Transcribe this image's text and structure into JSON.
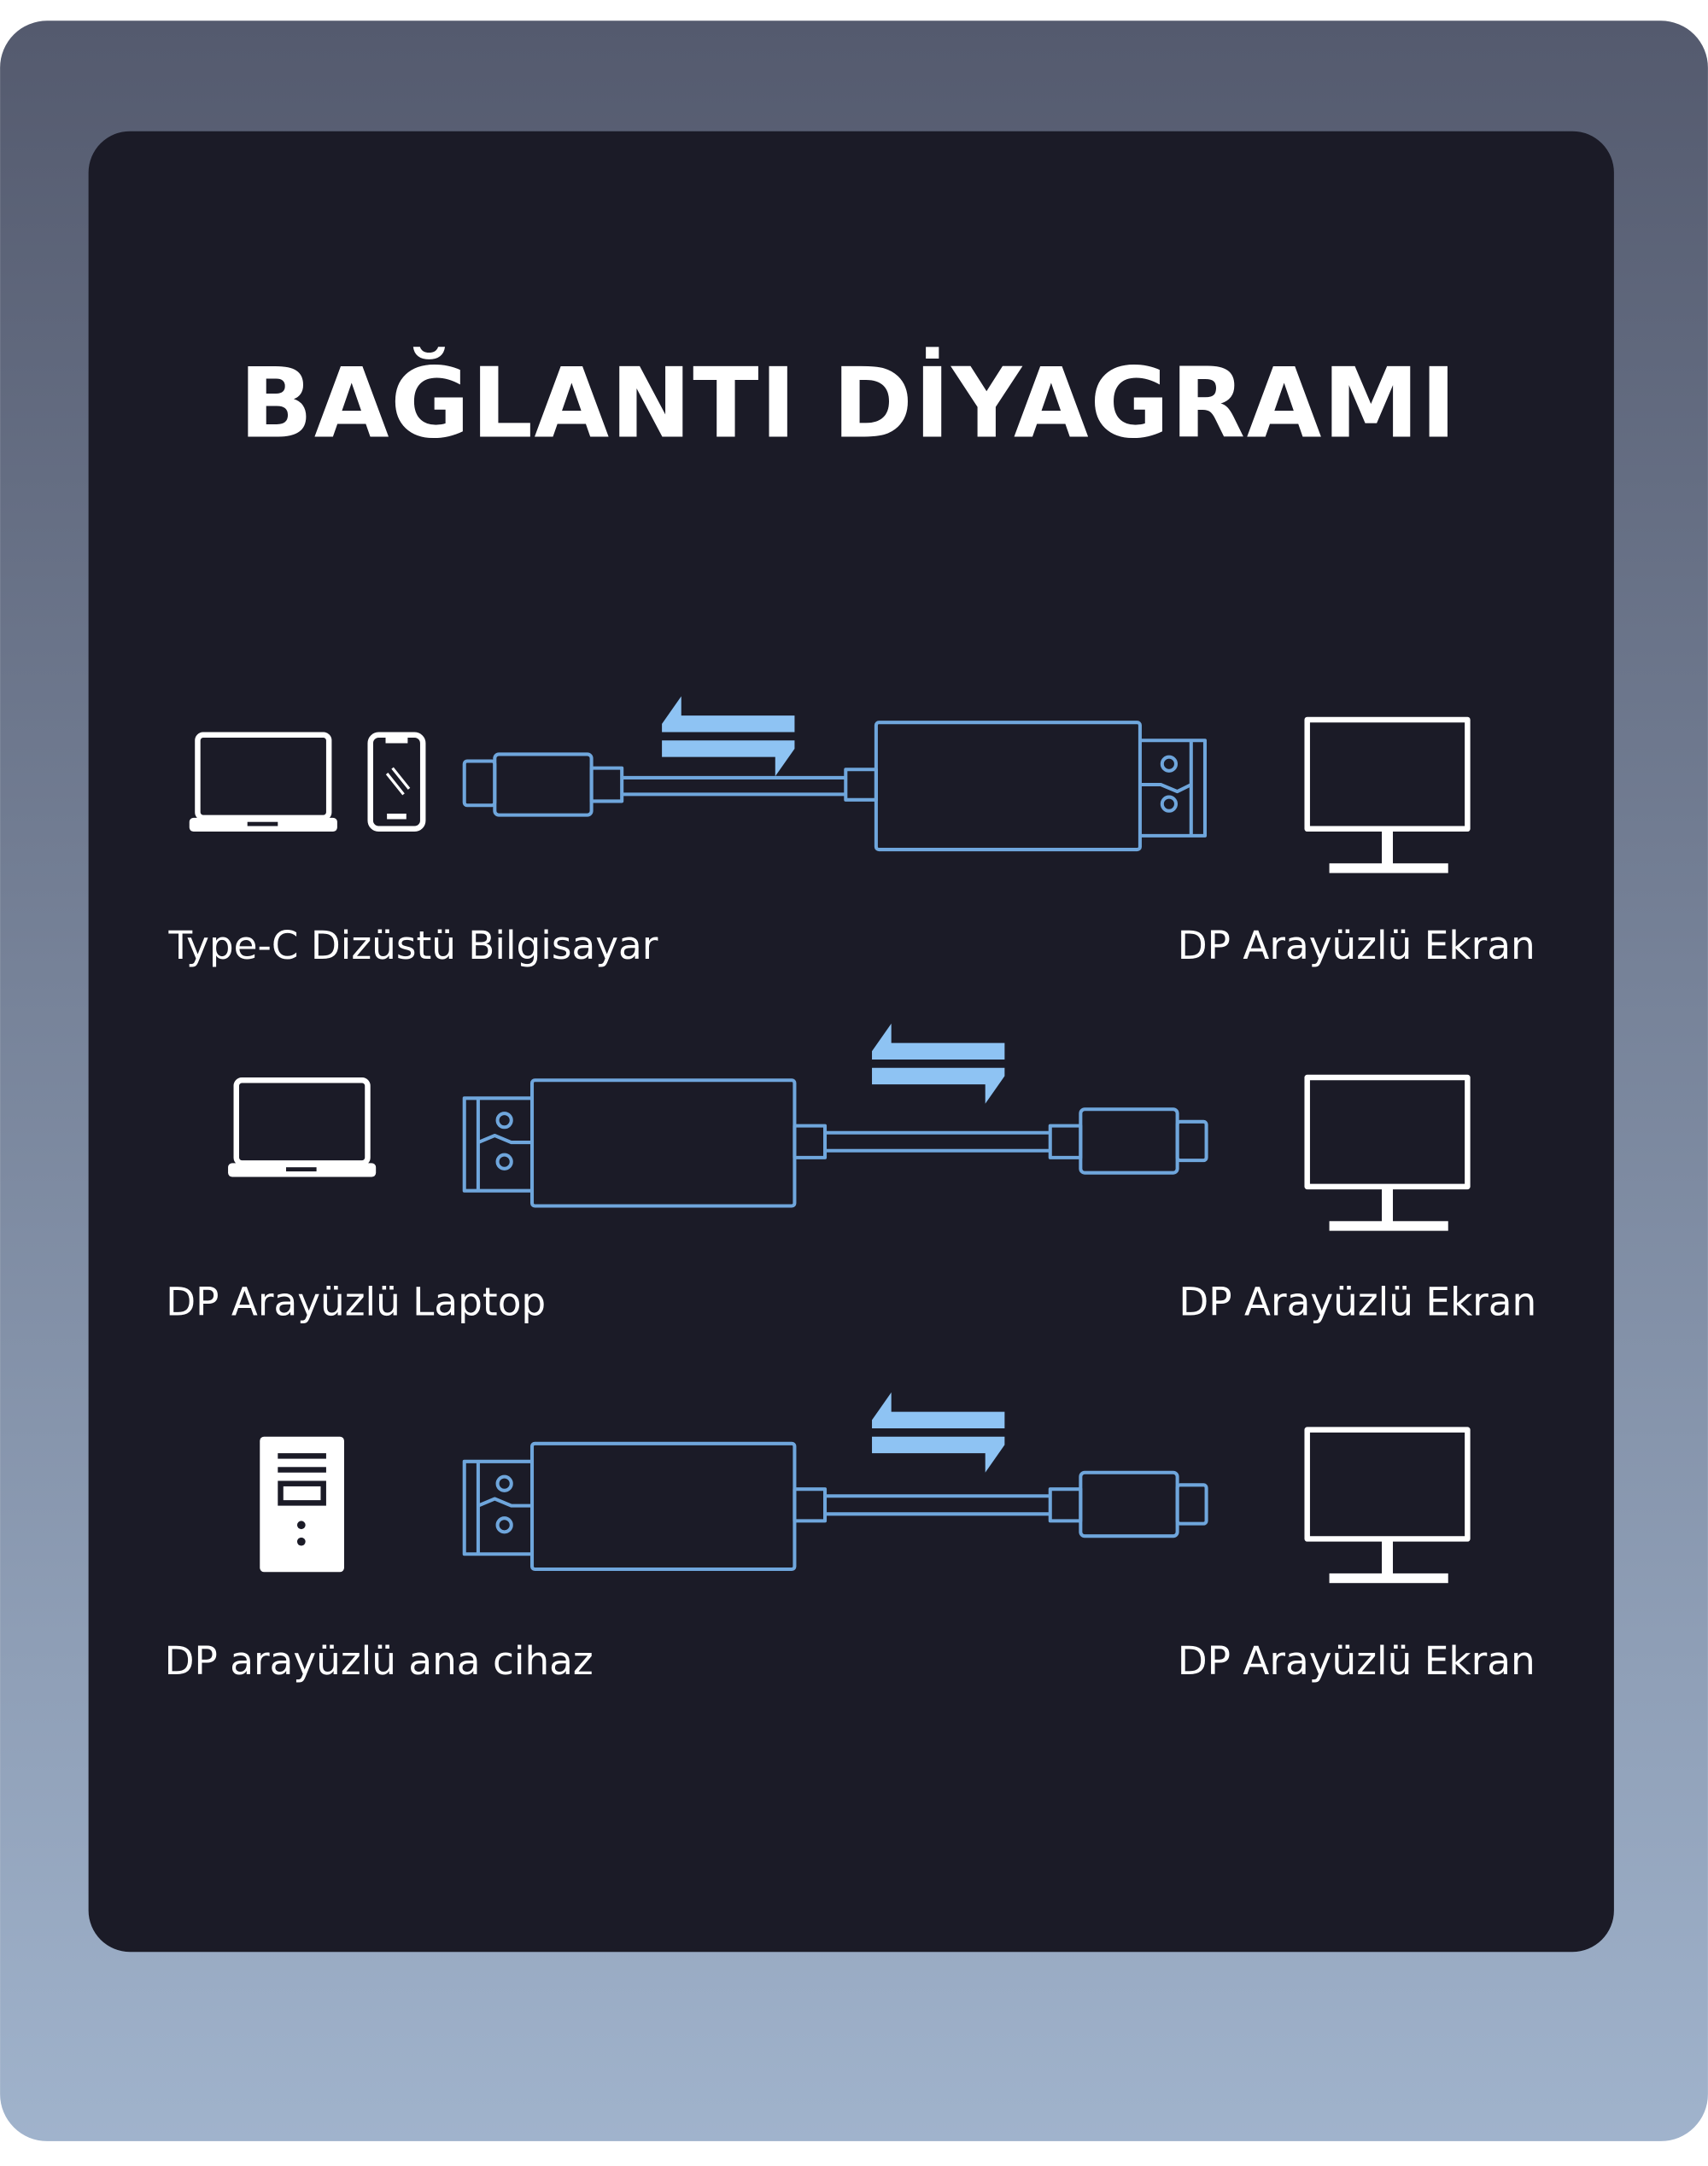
{
  "title": "BAĞLANTI DİYAGRAMI",
  "rows": [
    {
      "source_label": "Type-C Dizüstü Bilgisayar",
      "target_label": "DP Arayüzlü Ekran",
      "source_icons": [
        "laptop-icon",
        "phone-icon"
      ],
      "direction": "usb-c-to-dp"
    },
    {
      "source_label": "DP Arayüzlü Laptop",
      "target_label": "DP Arayüzlü Ekran",
      "source_icons": [
        "laptop-icon"
      ],
      "direction": "dp-to-usb-c"
    },
    {
      "source_label": "DP arayüzlü ana cihaz",
      "target_label": "DP Arayüzlü Ekran",
      "source_icons": [
        "desktop-tower-icon"
      ],
      "direction": "dp-to-usb-c"
    }
  ],
  "colors": {
    "outer_top": "#545a6e",
    "outer_bottom": "#a0b3cc",
    "panel": "#1b1b27",
    "cable": "#6fa6dc",
    "arrow": "#8ec3f3"
  }
}
